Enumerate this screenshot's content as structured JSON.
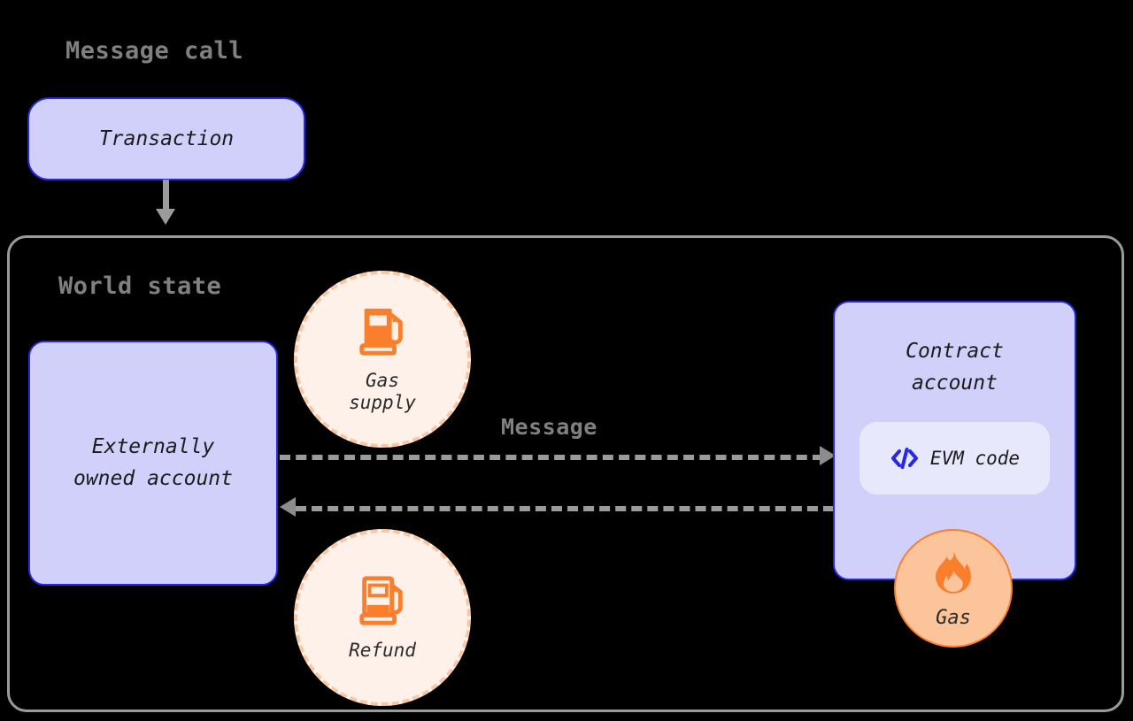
{
  "diagram": {
    "title": "Message call",
    "background_color": "#000000",
    "accent_blue": "#2727e6",
    "node_fill": "#d0d0fb",
    "accent_orange": "#f97f2d",
    "muted_gray": "#9b9b9b"
  },
  "headings": {
    "message_call": "Message call",
    "world_state": "World state"
  },
  "nodes": {
    "transaction": {
      "label": "Transaction"
    },
    "externally_owned_account": {
      "line1": "Externally",
      "line2": "owned account"
    },
    "contract_account": {
      "line1": "Contract",
      "line2": "account"
    },
    "evm_code": {
      "label": "EVM code",
      "icon": "code-brackets-icon"
    }
  },
  "badges": {
    "gas_supply": {
      "line1": "Gas",
      "line2": "supply",
      "icon": "gas-pump-full-icon"
    },
    "refund": {
      "label": "Refund",
      "icon": "gas-pump-partial-icon"
    },
    "gas": {
      "label": "Gas",
      "icon": "flame-icon"
    }
  },
  "connectors": {
    "transaction_to_world_state": {
      "style": "solid-arrow",
      "icon": "arrow-down-icon"
    },
    "message_forward": {
      "label": "Message",
      "style": "dashed-arrow",
      "icon": "arrow-right-icon"
    },
    "message_return": {
      "label": "",
      "style": "dashed-arrow",
      "icon": "arrow-left-icon"
    }
  }
}
